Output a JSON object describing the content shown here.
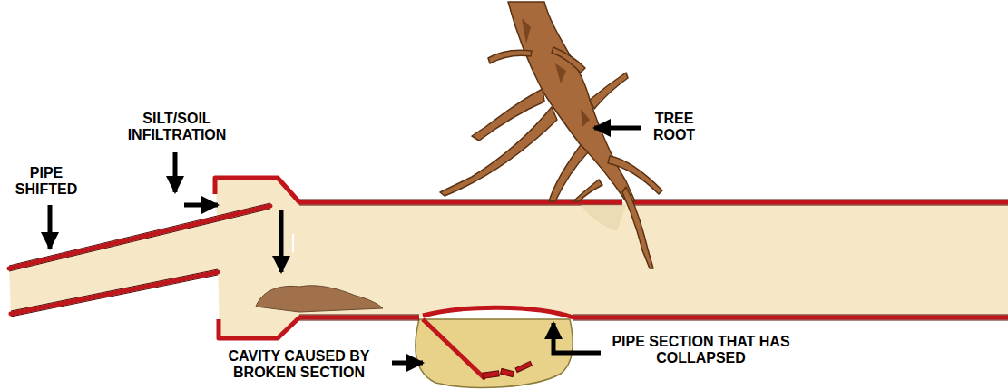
{
  "diagram": {
    "labels": [
      "PIPE SHIFTED",
      "SILT/SOIL INFILTRATION",
      "TREE ROOT",
      "CAVITY CAUSED BY BROKEN SECTION",
      "PIPE SECTION THAT HAS COLLAPSED"
    ]
  }
}
